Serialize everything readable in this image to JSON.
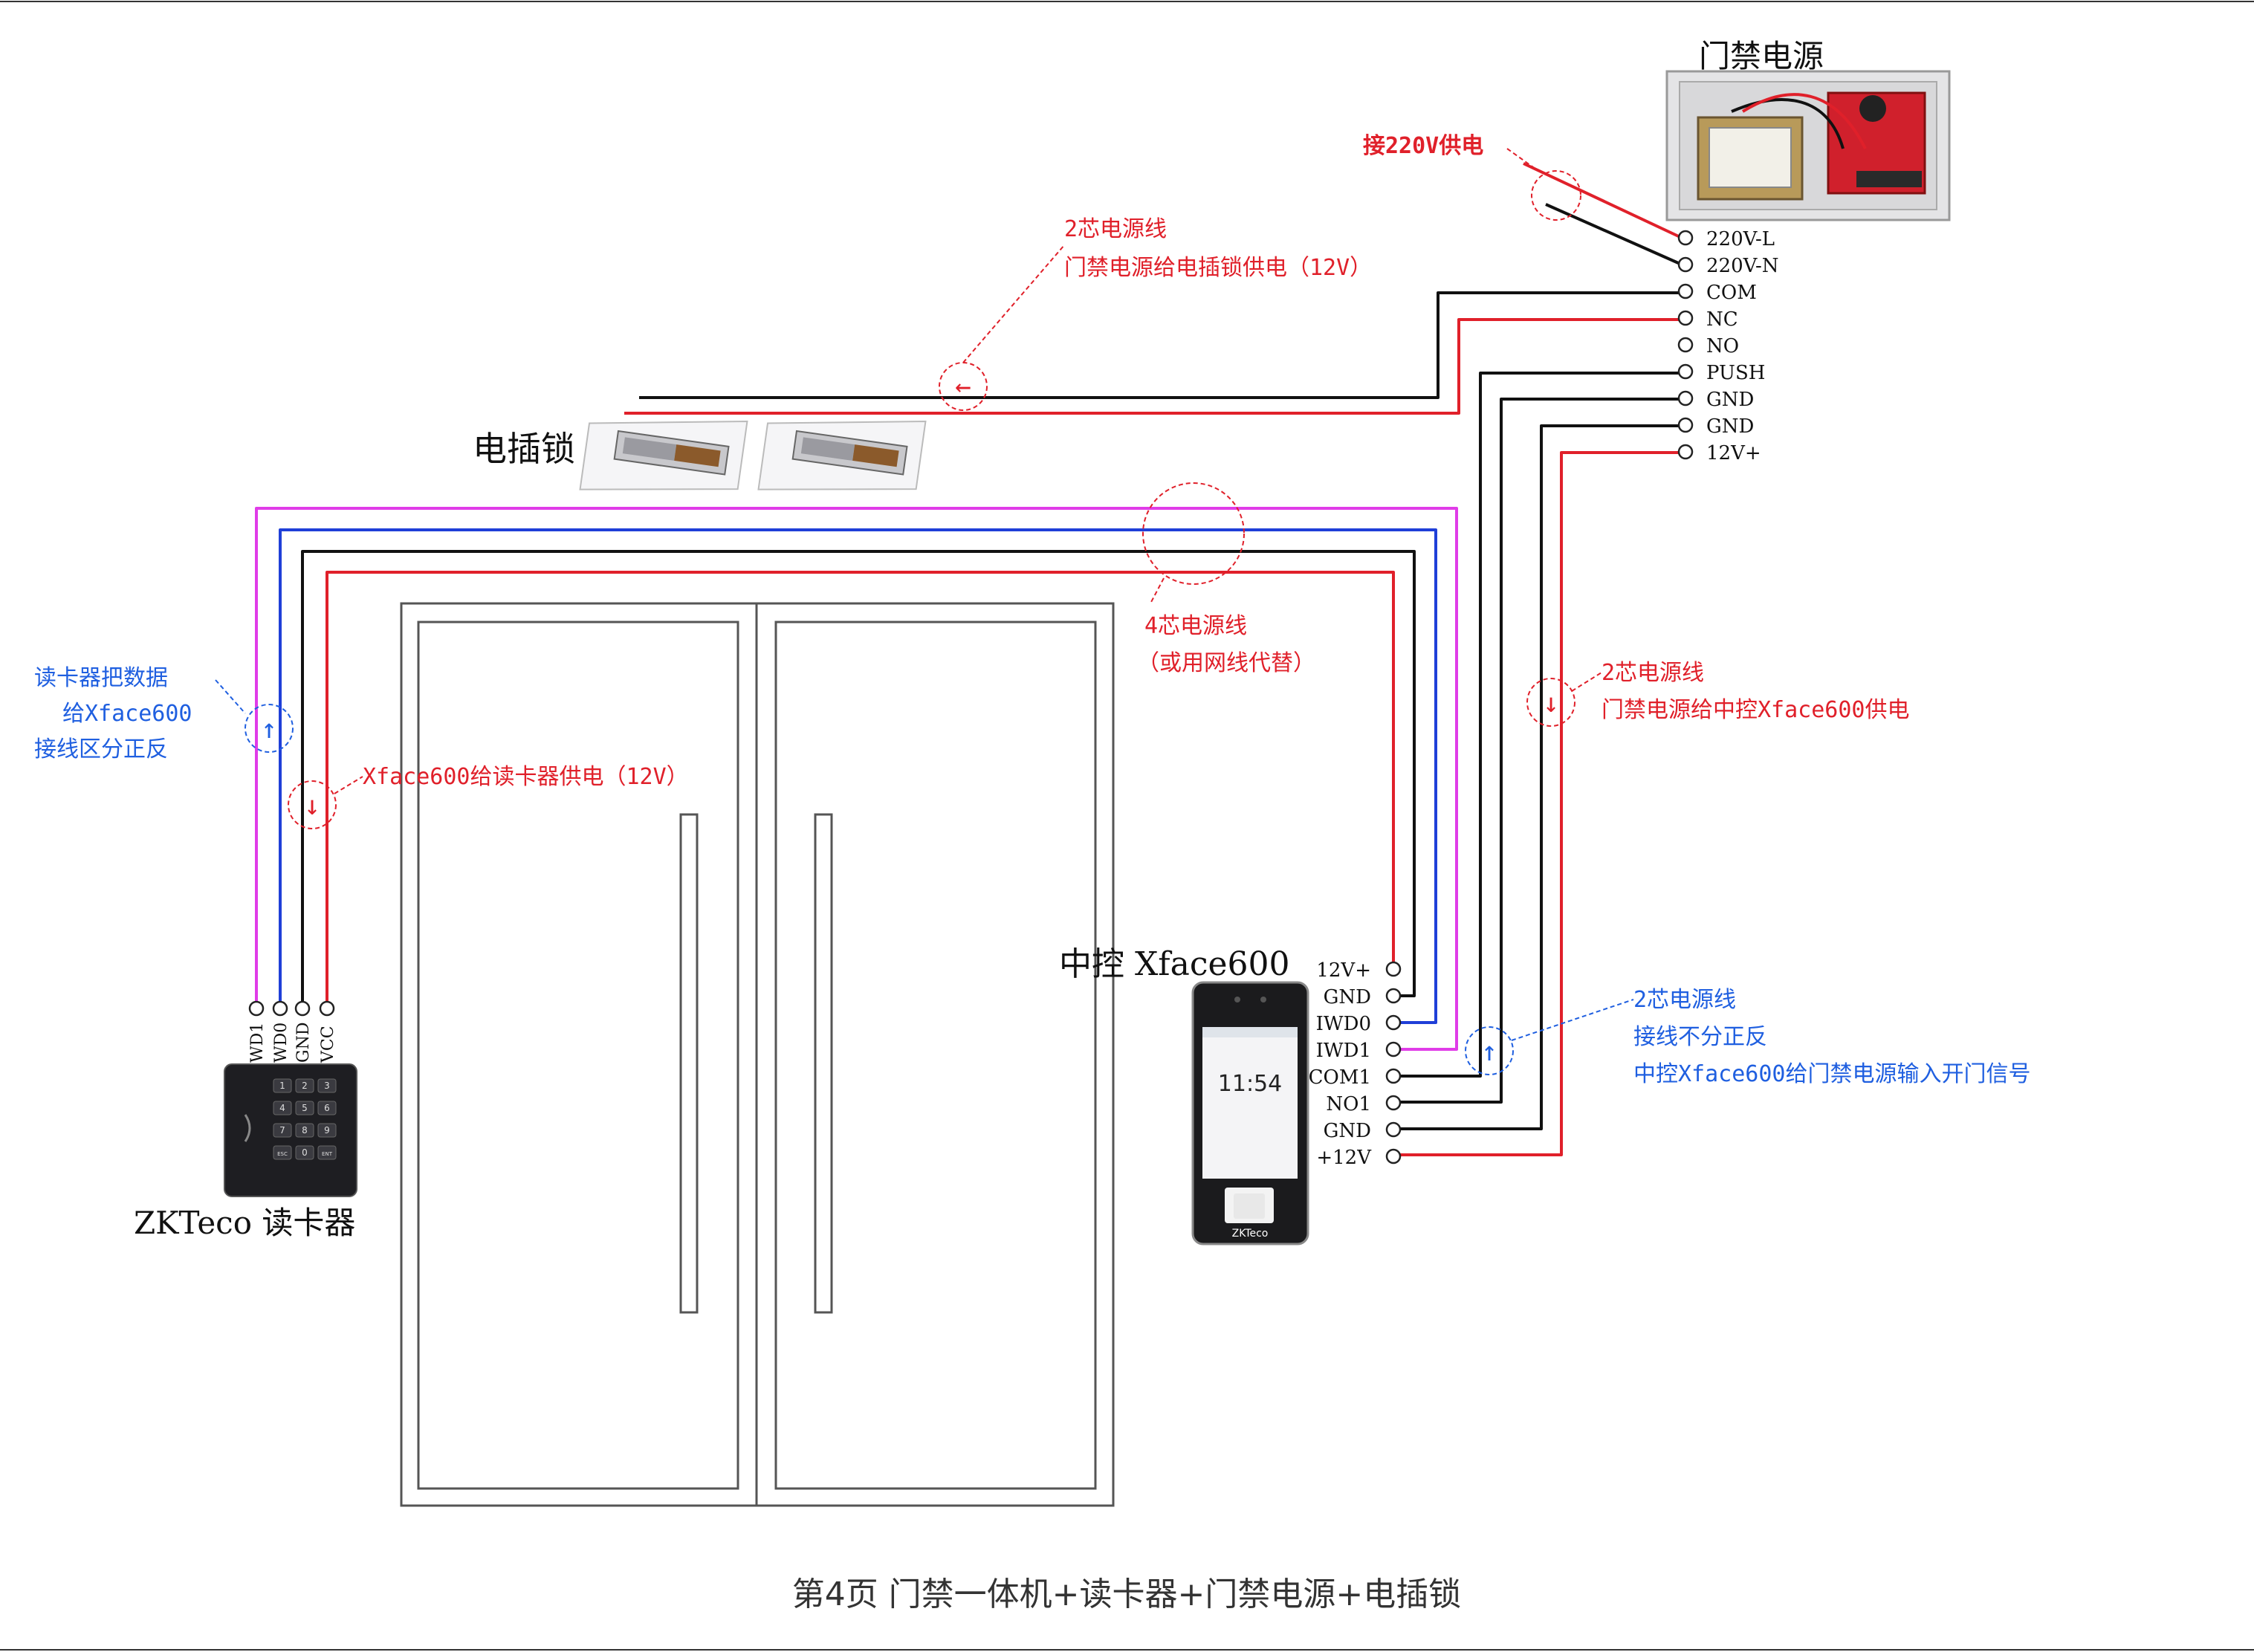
{
  "page": {
    "footer": "第4页  门禁一体机+读卡器+门禁电源+电插锁"
  },
  "psu": {
    "title": "门禁电源",
    "terminals": [
      "220V-L",
      "220V-N",
      "COM",
      "NC",
      "NO",
      "PUSH",
      "GND",
      "GND",
      "12V+"
    ]
  },
  "lock": {
    "label": "电插锁"
  },
  "controller": {
    "label": "中控 Xface600",
    "terminals": [
      "12V+",
      "GND",
      "IWD0",
      "IWD1",
      "COM1",
      "NO1",
      "GND",
      "+12V"
    ],
    "screen_time": "11:54",
    "brand": "ZKTeco"
  },
  "reader": {
    "label": "ZKTeco 读卡器",
    "terminals": [
      "WD1",
      "WD0",
      "GND",
      "VCC"
    ],
    "keys": [
      "1",
      "2",
      "3",
      "4",
      "5",
      "6",
      "7",
      "8",
      "9",
      "ESC",
      "0",
      "ENT"
    ]
  },
  "notes": {
    "mains": "接220V供电",
    "lock_wire_line1": "2芯电源线",
    "lock_wire_line2": "门禁电源给电插锁供电（12V）",
    "four_core_line1": "4芯电源线",
    "four_core_line2": "（或用网线代替）",
    "controller_power_line1": "2芯电源线",
    "controller_power_line2": "门禁电源给中控Xface600供电",
    "reader_data_line1": "读卡器把数据",
    "reader_data_line2": "给Xface600",
    "reader_data_line3": "接线区分正反",
    "reader_power": "Xface600给读卡器供电（12V）",
    "signal_line1": "2芯电源线",
    "signal_line2": "接线不分正反",
    "signal_line3": "中控Xface600给门禁电源输入开门信号"
  },
  "colors": {
    "red": "#e0202a",
    "black": "#111111",
    "blue": "#1f3fd8",
    "magenta": "#e03ce8",
    "annotation_blue": "#1f5fe0",
    "door_frame": "#555555"
  }
}
